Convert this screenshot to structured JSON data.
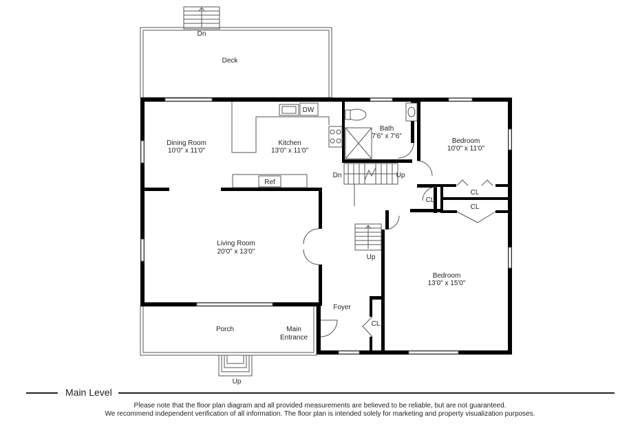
{
  "level_title": "Main Level",
  "disclaimer": {
    "line1": "Please note that the floor plan diagram and all provided measurements are believed to be reliable, but are not guaranteed.",
    "line2": "We recommend independent verification of all information. The floor plan is intended solely for marketing and property visualization purposes."
  },
  "rooms": {
    "deck": "Deck",
    "deck_stairs": "Dn",
    "dining_name": "Dining Room",
    "dining_size": "10'0\" x 11'0\"",
    "kitchen_name": "Kitchen",
    "kitchen_size": "13'0\" x 11'0\"",
    "dw": "DW",
    "ref": "Ref",
    "bath_name": "Bath",
    "bath_size": "7'6\" x 7'6\"",
    "bedroom1_name": "Bedroom",
    "bedroom1_size": "10'0\" x 11'0\"",
    "living_name": "Living Room",
    "living_size": "20'0\" x 13'0\"",
    "bedroom2_name": "Bedroom",
    "bedroom2_size": "13'0\" x 15'0\"",
    "foyer": "Foyer",
    "porch": "Porch",
    "main_entrance_1": "Main",
    "main_entrance_2": "Entrance",
    "porch_stairs": "Up",
    "stairs_dn": "Dn",
    "stairs_up_upper": "Up",
    "stairs_up_lower": "Up",
    "closet_1": "CL",
    "closet_2": "CL",
    "closet_3": "CL",
    "closet_4": "CL"
  }
}
